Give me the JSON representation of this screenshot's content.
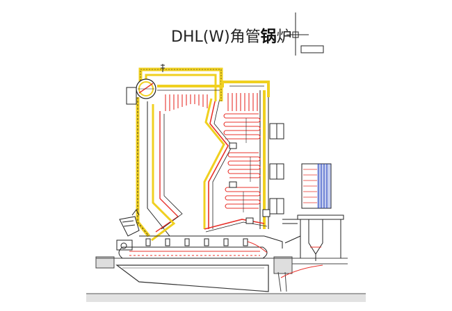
{
  "drawing": {
    "title_prefix": "DHL(W)角管",
    "title_bold": "锅",
    "title_suffix": "炉"
  },
  "colors": {
    "background": "#ffffff",
    "line": "#222222",
    "tube": "#e8302a",
    "insulation": "#f0d020",
    "ground": "#d8d8d8",
    "blue": "#2040c0"
  }
}
